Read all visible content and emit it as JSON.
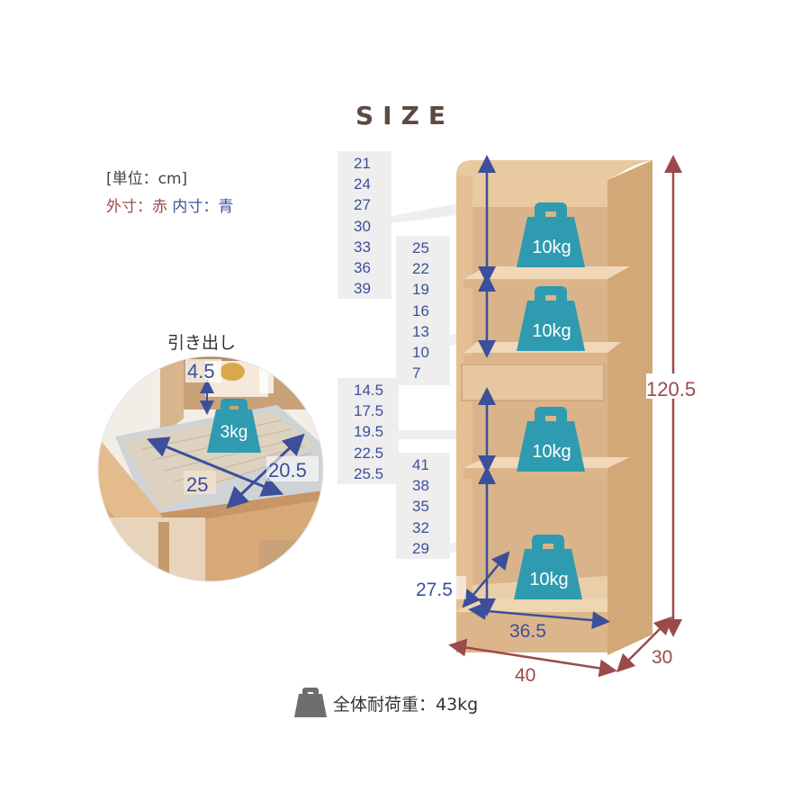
{
  "title": "SIZE",
  "unit_label": "[単位：cm]",
  "legend": {
    "outer_label": "外寸：赤",
    "inner_label": "内寸：青",
    "outer_color": "#9b4a4a",
    "inner_color": "#3d4f9a"
  },
  "drawer": {
    "title": "引き出し",
    "depth_inner": "4.5",
    "width": "25",
    "length": "20.5",
    "load": "3kg"
  },
  "shelf_heights": {
    "top": [
      "21",
      "24",
      "27",
      "30",
      "33",
      "36",
      "39"
    ],
    "second": [
      "25",
      "22",
      "19",
      "16",
      "13",
      "10",
      "7"
    ],
    "third": [
      "14.5",
      "17.5",
      "19.5",
      "22.5",
      "25.5"
    ],
    "bottom": [
      "41",
      "38",
      "35",
      "32",
      "29"
    ]
  },
  "shelf_load": "10kg",
  "inner": {
    "depth": "27.5",
    "width": "36.5"
  },
  "outer": {
    "height": "120.5",
    "width": "40",
    "depth": "30"
  },
  "total_load_label": "全体耐荷重：43kg",
  "icons": [
    "weight-icon",
    "drawer-photo",
    "shelf-illustration"
  ]
}
